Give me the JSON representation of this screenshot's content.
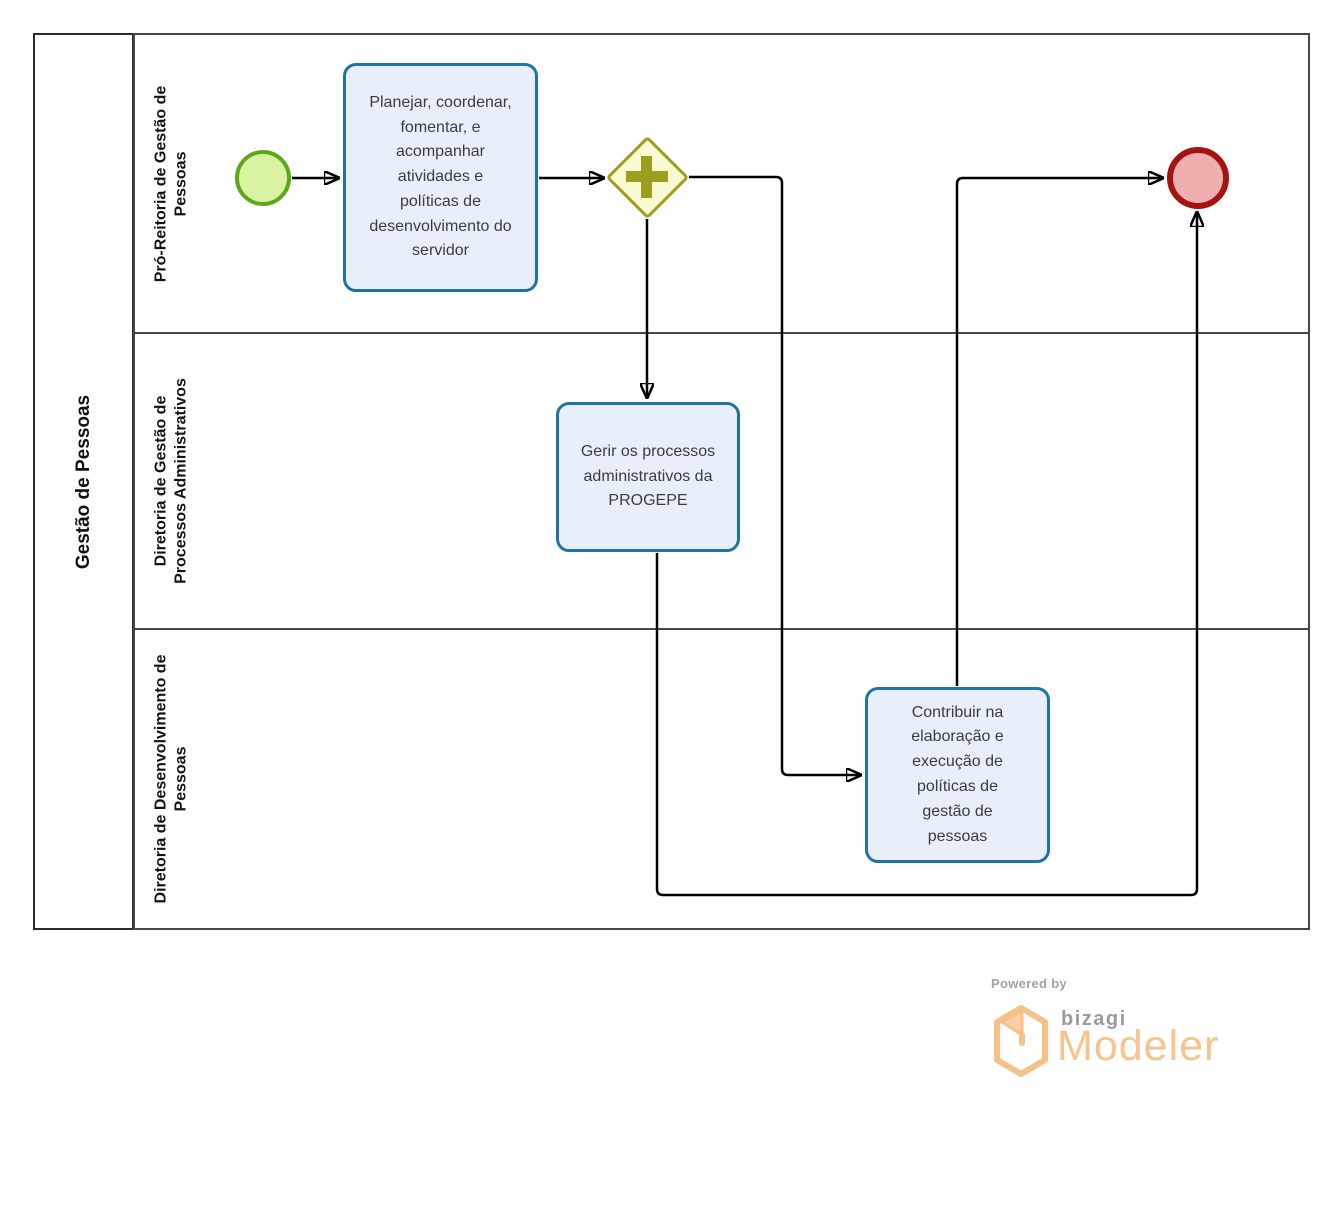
{
  "pool": {
    "label": "Gestão de Pessoas"
  },
  "lanes": [
    {
      "label": "Pró-Reitoria de Gestão de Pessoas"
    },
    {
      "label": "Diretoria de Gestão de Processos Administrativos"
    },
    {
      "label": "Diretoria de Desenvolvimento de Pessoas"
    }
  ],
  "elements": {
    "start_event": {
      "type": "start-event"
    },
    "task_planejar": {
      "type": "task",
      "label": "Planejar, coordenar, fomentar, e acompanhar atividades e políticas de desenvolvimento do servidor"
    },
    "parallel_gateway": {
      "type": "parallel-gateway",
      "icon": "plus-icon"
    },
    "task_gerir": {
      "type": "task",
      "label": "Gerir os processos administrativos da PROGEPE"
    },
    "task_contribuir": {
      "type": "task",
      "label": "Contribuir na elaboração e execução de políticas de gestão de pessoas"
    },
    "end_event": {
      "type": "end-event"
    }
  },
  "footer": {
    "powered_by": "Powered by",
    "brand": "bizagi",
    "product": "Modeler"
  },
  "colors": {
    "task_fill": "#e9eefb",
    "task_border": "#2173a6",
    "gateway_fill": "#fafad2",
    "gateway_border": "#9d9d20",
    "start_fill": "#d9f3a2",
    "start_border": "#5ea71c",
    "end_fill": "#f0aeae",
    "end_border": "#a51212",
    "flow": "#000000",
    "lane_border": "#474747",
    "pool_border": "#2b2b2b",
    "brand_orange": "#f8c38e",
    "brand_gray": "#9b9b9b"
  }
}
